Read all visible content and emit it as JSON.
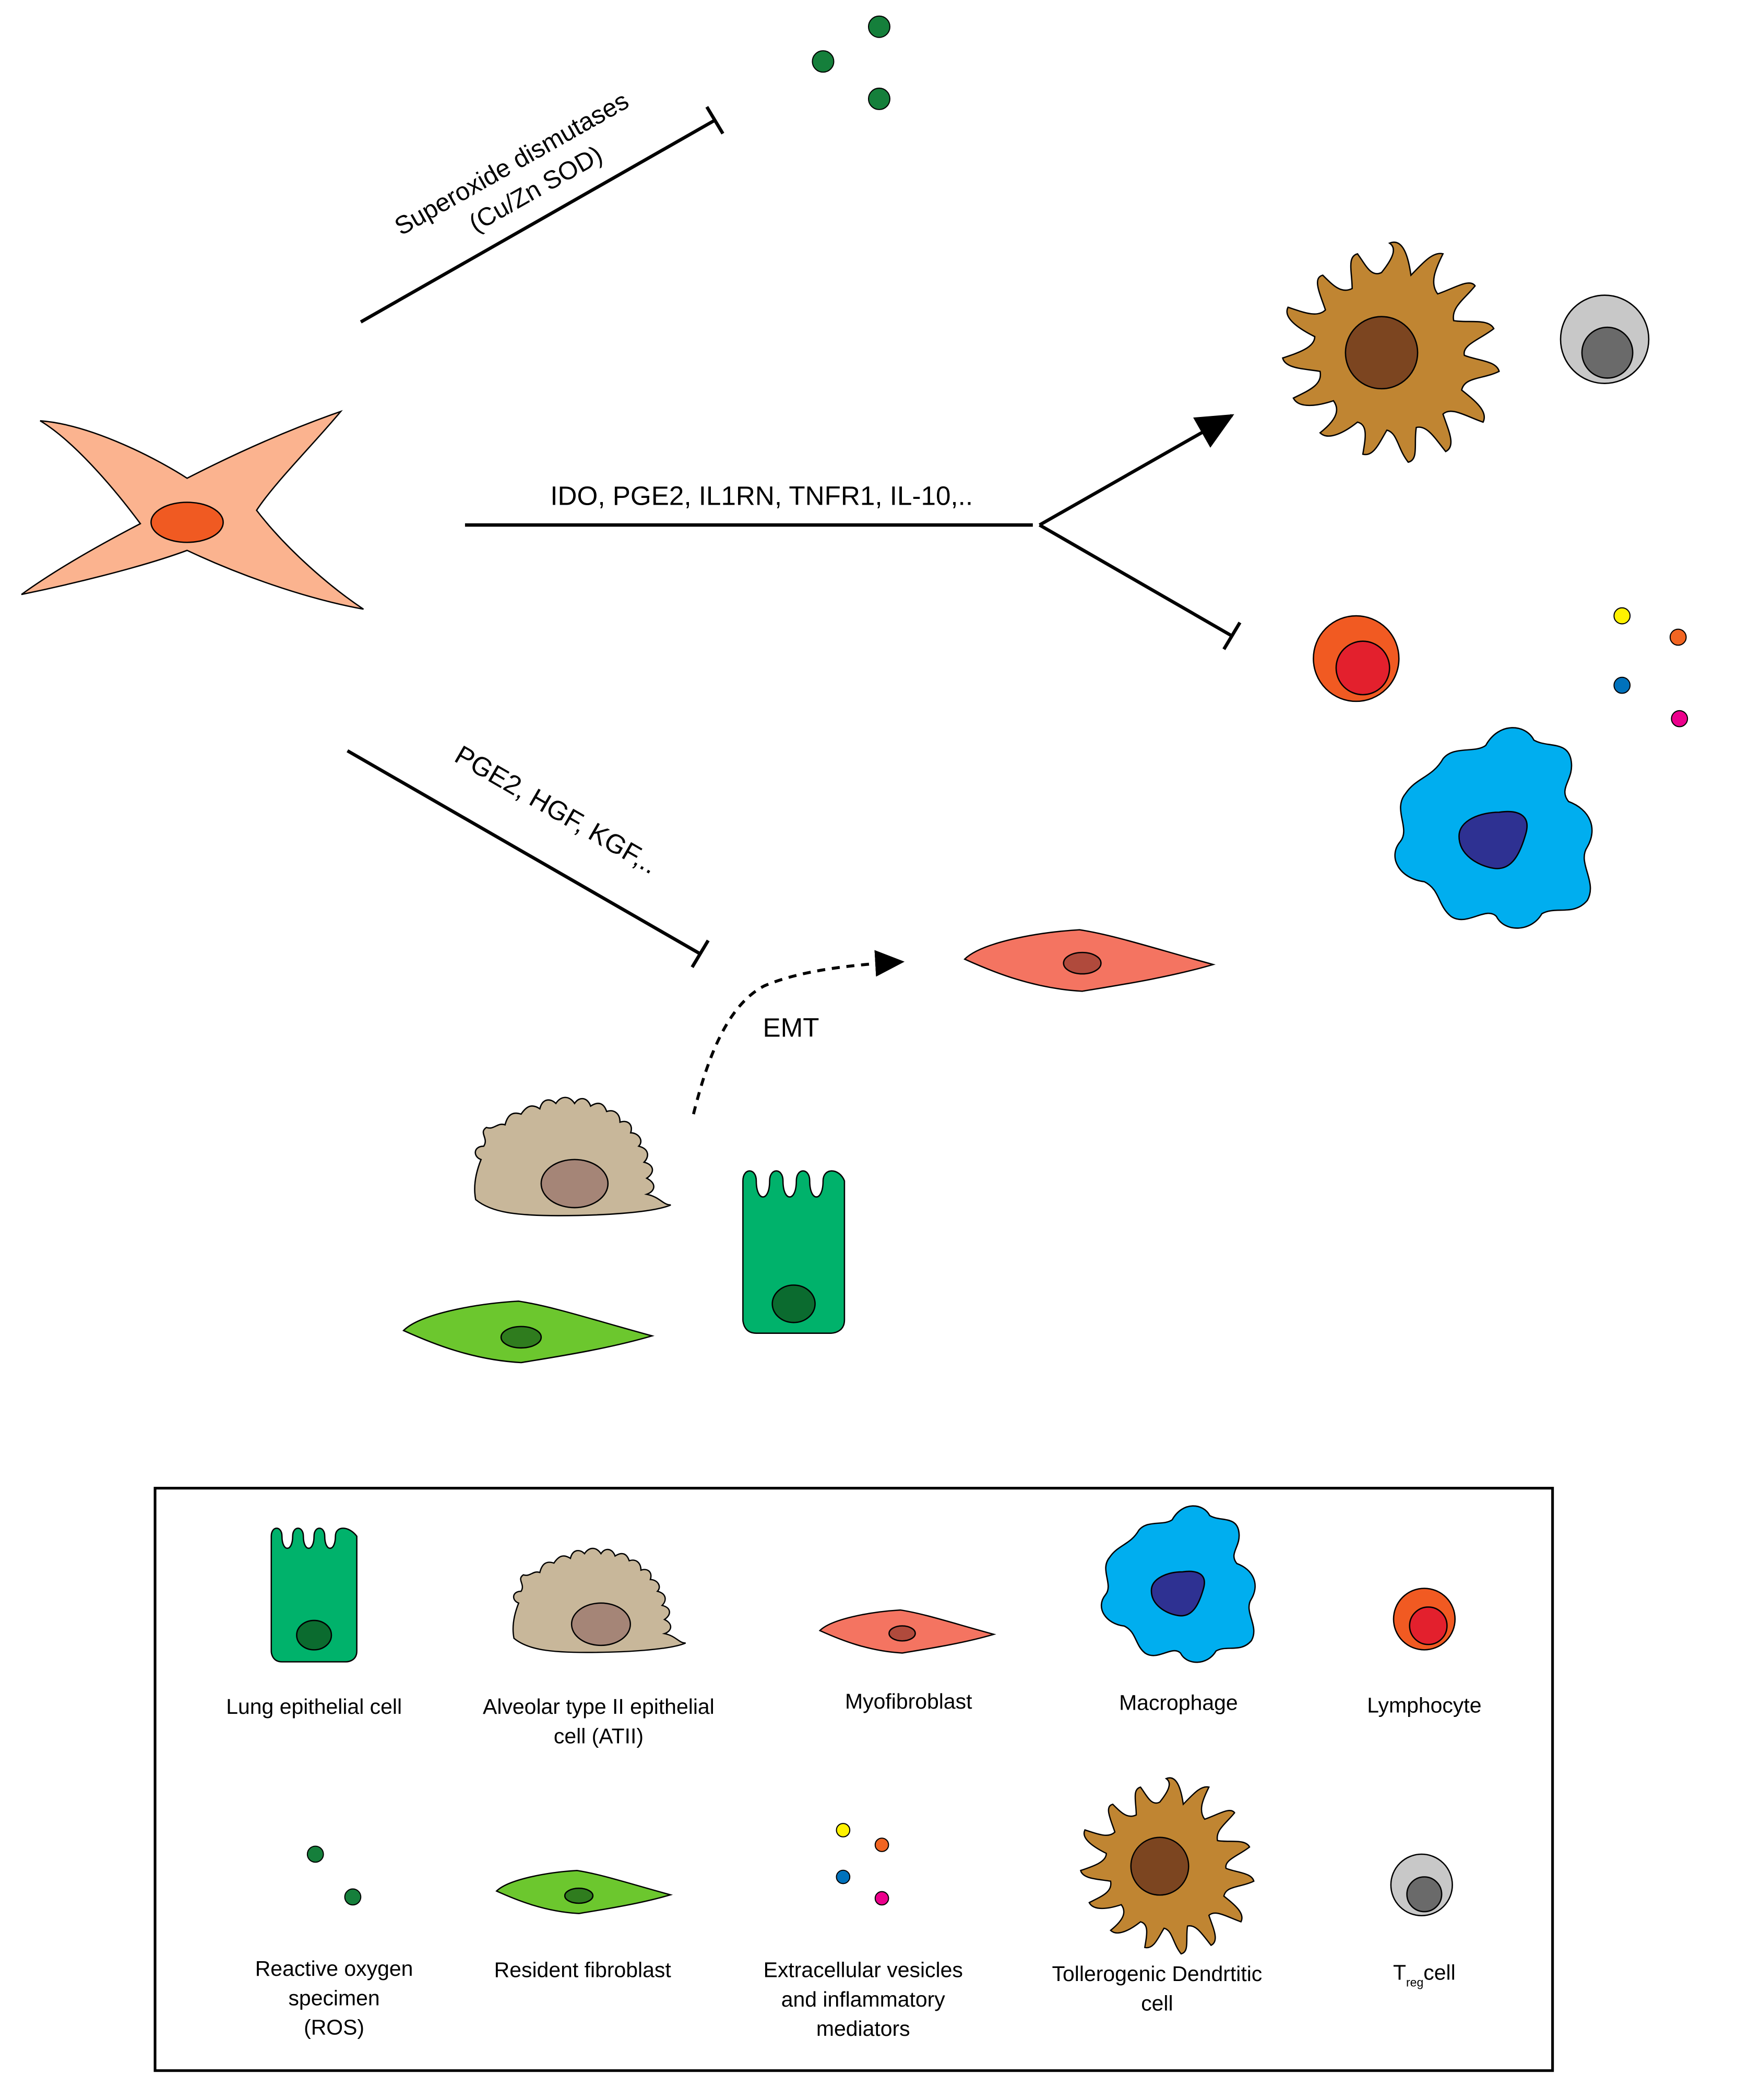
{
  "pathways": {
    "sod_label_line1": "Superoxide dismutases",
    "sod_label_line2": "(Cu/Zn SOD)",
    "immuno_label": "IDO, PGE2, IL1RN, TNFR1, IL-10,..",
    "antifibrotic_label": "PGE2, HGF, KGF,..",
    "emt_label": "EMT"
  },
  "legend": {
    "lung_epithelial": "Lung epithelial cell",
    "atii_line1": "Alveolar type II epithelial",
    "atii_line2": "cell (ATII)",
    "myofibroblast": "Myofibroblast",
    "macrophage": "Macrophage",
    "lymphocyte": "Lymphocyte",
    "ros_line1": "Reactive oxygen",
    "ros_line2": "specimen",
    "ros_line3": "(ROS)",
    "fibroblast": "Resident fibroblast",
    "ev_line1": "Extracellular vesicles",
    "ev_line2": "and inflammatory",
    "ev_line3": "mediators",
    "dc_line1": "Tollerogenic Dendrtitic",
    "dc_line2": "cell",
    "treg_T": "T",
    "treg_sub": "reg",
    "treg_rest": "cell"
  },
  "colors": {
    "msc_body": "#fbb38f",
    "msc_nucleus": "#f05a22",
    "ros": "#157f3b",
    "dc_body": "#c08532",
    "dc_nucleus": "#7c4520",
    "treg_body": "#c8c8c8",
    "treg_nucleus": "#6a6a6a",
    "lymph_body": "#f15a22",
    "lymph_nucleus": "#e3202d",
    "macrophage_body": "#00aeef",
    "macrophage_nucleus": "#2e3192",
    "myofibroblast_body": "#f47461",
    "myofibroblast_nucleus": "#b04a3c",
    "atii_body": "#c8b79a",
    "atii_nucleus": "#a58577",
    "epithelial_body": "#00b26b",
    "epithelial_nucleus": "#0b6b2f",
    "fibroblast_body": "#6cc72e",
    "fibroblast_nucleus": "#2f7c1e",
    "mediator_yellow": "#fff200",
    "mediator_orange": "#f26522",
    "mediator_blue": "#0072bc",
    "mediator_pink": "#ec008c"
  }
}
